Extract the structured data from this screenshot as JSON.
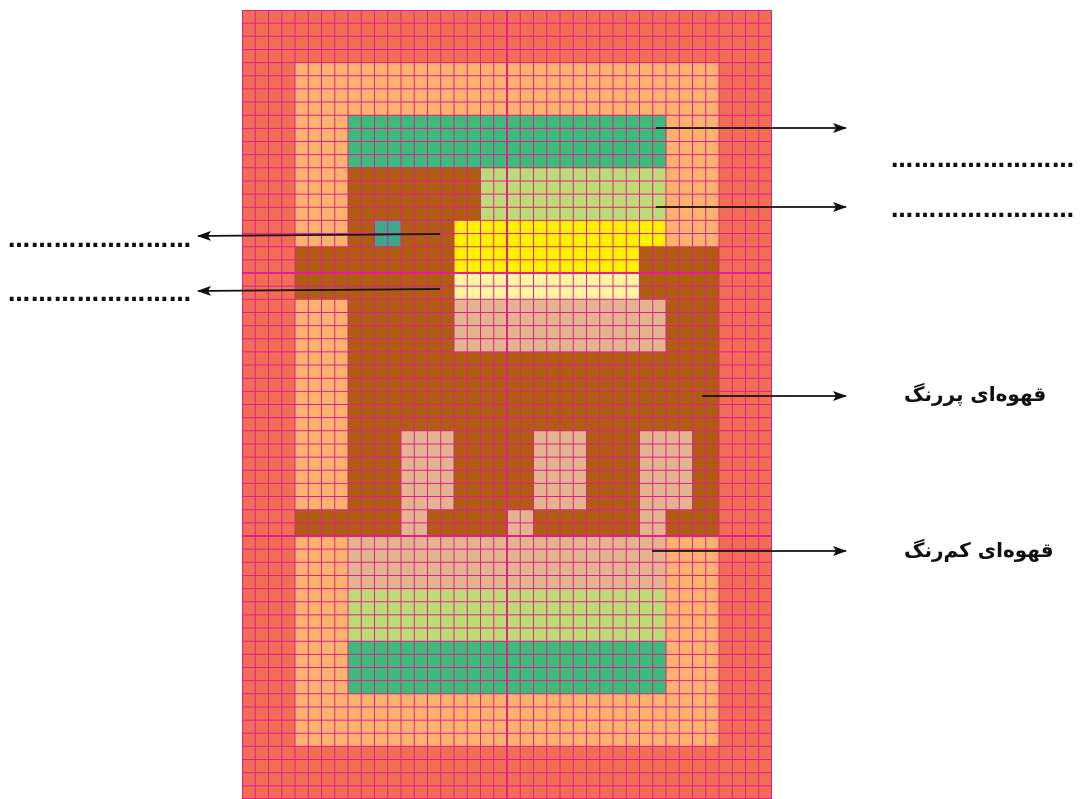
{
  "palette": {
    "R": "#F26D55",
    "O": "#FBB26E",
    "G": "#3CBB7A",
    "L": "#BDDA77",
    "B": "#B05C12",
    "T": "#3CA88A",
    "Y": "#FFF200",
    "P": "#FFF5A0",
    "K": "#E3B48F",
    "grid_line": "#E0208C"
  },
  "grid_rows": [
    "RRRRRRRRRRRRRRRRRRRR",
    "RRRRRRRRRRRRRRRRRRRR",
    "RROOOOOOOOOOOOOOOORR",
    "RROOOOOOOOOOOOOOOORR",
    "RROOGGGGGGGGGGGGOORR",
    "RROOGGGGGGGGGGGGOORR",
    "RROOBBBBBLLLLLLLOORR",
    "RROOBBBBBLLLLLLLOORR",
    "RROOBTBBYYYYYYYYOORR",
    "RRBBBBBBYYYYYYYBBBRR",
    "RRBBBBBBPPPPPPPBBBRR",
    "RROOBBBBKKKKKKKKBBRR",
    "RROOBBBBKKKKKKKKBBRR",
    "RROOBBBBBBBBBBBBBBRR",
    "RROOBBBBBBBBBBBBBBRR",
    "RROOBBBBBBBBBBBBBBRR",
    "RROOBBKKBBBKKBBKKBRR",
    "RROOBBKKBBBKKBBKKBRR",
    "RROOBBKKBBBKKBBKKBRR",
    "RRBBBBKBBBKBBBBKBBRR",
    "RROOKKKKKKKKKKKKOORR",
    "RROOKKKKKKKKKKKKOORR",
    "RROOLLLLLLLLLLLLOORR",
    "RROOLLLLLLLLLLLLOORR",
    "RROOGGGGGGGGGGGGOORR",
    "RROOGGGGGGGGGGGGOORR",
    "RROOOOOOOOOOOOOOOORR",
    "RROOOOOOOOOOOOOOOORR",
    "RRRRRRRRRRRRRRRRRRRR",
    "RRRRRRRRRRRRRRRRRRRR"
  ],
  "labels": {
    "right_1": "……………………",
    "right_2": "……………………",
    "left_1": "……………………",
    "left_2": "……………………",
    "dark_brown": "قهوه‌ای پررنگ",
    "light_brown": "قهوه‌ای کم‌رنگ"
  }
}
